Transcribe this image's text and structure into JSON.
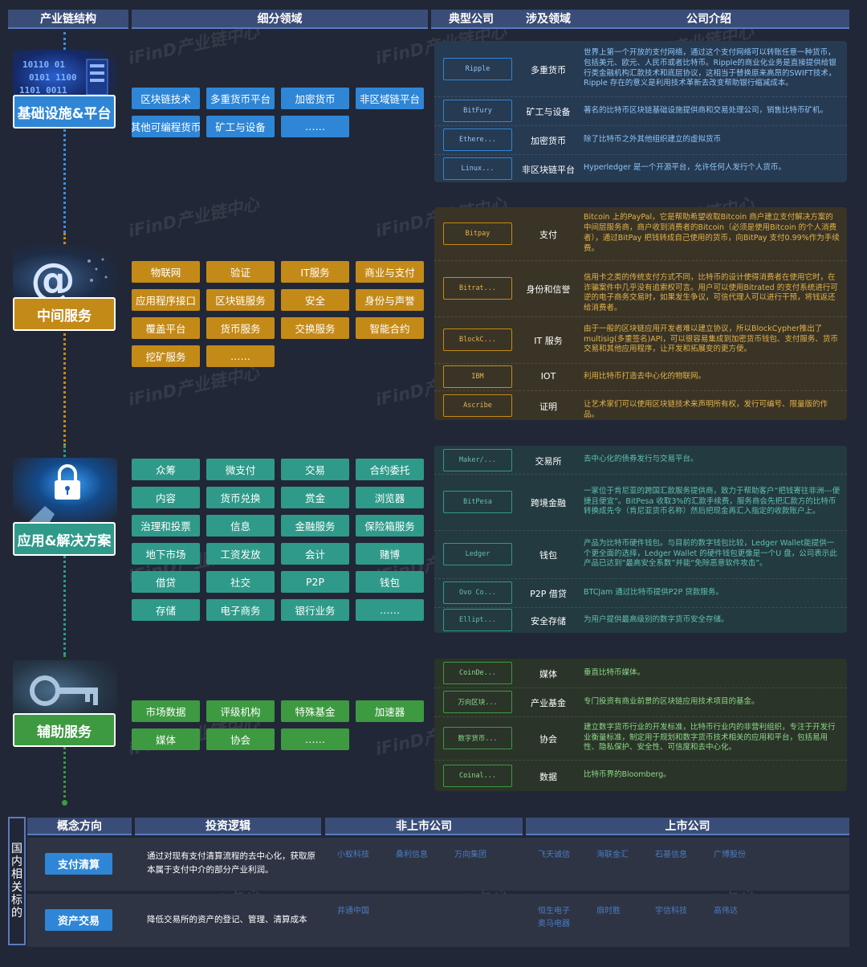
{
  "headers": {
    "structure": "产业链结构",
    "segments": "细分领域",
    "company": "典型公司",
    "field": "涉及领域",
    "intro": "公司介绍"
  },
  "colors": {
    "infra": "#2f86d6",
    "middle": "#c48a18",
    "app": "#2f9a8a",
    "aux": "#3d9a40"
  },
  "watermark": "iFinD产业链中心",
  "sections": [
    {
      "label": "基础设施&平台",
      "image_icon": "server-binary-icon",
      "tags": [
        "区块链技术",
        "多重货币平台",
        "加密货币",
        "非区域链平台",
        "其他可编程货币",
        "矿工与设备",
        "……"
      ],
      "companies": [
        {
          "name": "Ripple",
          "field": "多重货币",
          "desc": "世界上第一个开放的支付网络，通过这个支付网络可以转账任意一种货币，包括美元、欧元、人民币或者比特币。Ripple的商业化业务是直接提供给银行类金融机构汇款技术和底层协议，这相当于替换原来高昂的SWIFT技术，Ripple 存在的意义是利用技术革新去改变帮助银行缩减成本。"
        },
        {
          "name": "BitFury",
          "field": "矿工与设备",
          "desc": "著名的比特币区块链基础设施提供商和交易处理公司，销售比特币矿机。"
        },
        {
          "name": "Ethere...",
          "field": "加密货币",
          "desc": "除了比特币之外其他组织建立的虚拟货币"
        },
        {
          "name": "Linux...",
          "field": "非区块链平台",
          "desc": "Hyperledger 是一个开源平台，允许任何人发行个人货币。"
        }
      ]
    },
    {
      "label": "中间服务",
      "image_icon": "at-sign-icon",
      "tags": [
        "物联网",
        "验证",
        "IT服务",
        "商业与支付",
        "应用程序接口",
        "区块链服务",
        "安全",
        "身份与声誉",
        "覆盖平台",
        "货币服务",
        "交换服务",
        "智能合约",
        "挖矿服务",
        "……"
      ],
      "companies": [
        {
          "name": "Bitpay",
          "field": "支付",
          "desc": "Bitcoin 上的PayPal，它是帮助希望收取Bitcoin 商户建立支付解决方案的中间层服务商，商户收到消费者的Bitcoin（必须是使用Bitcoin 的个人消费者），通过BitPay 把钱转成自己使用的货币，向BitPay 支付0.99%作为手续费。"
        },
        {
          "name": "Bitrat...",
          "field": "身份和信誉",
          "desc": "信用卡之类的传统支付方式不同，比特币的设计使得消费者在使用它时，在诈骗案件中几乎没有追索权可言。用户可以使用Bitrated 的支付系统进行可逆的电子商务交易时，如果发生争议，可信代理人可以进行干预，将钱返还给消费者。"
        },
        {
          "name": "BlockC...",
          "field": "IT 服务",
          "desc": "由于一般的区块链应用开发者难以建立协议，所以BlockCypher推出了multisig(多重签名)API，可以很容易集成到加密货币钱包、支付服务、货币交易和其他应用程序，让开发和拓展变的更方便。"
        },
        {
          "name": "IBM",
          "field": "IOT",
          "desc": "利用比特币打造去中心化的物联网。"
        },
        {
          "name": "Ascribe",
          "field": "证明",
          "desc": "让艺术家们可以使用区块链技术来声明所有权，发行可编号、限量版的作品。"
        }
      ]
    },
    {
      "label": "应用&解决方案",
      "image_icon": "padlock-icon",
      "tags": [
        "众筹",
        "微支付",
        "交易",
        "合约委托",
        "内容",
        "货币兑换",
        "赏金",
        "浏览器",
        "治理和投票",
        "信息",
        "金融服务",
        "保险箱服务",
        "地下市场",
        "工资发放",
        "会计",
        "赌博",
        "借贷",
        "社交",
        "P2P",
        "钱包",
        "存储",
        "电子商务",
        "银行业务",
        "……"
      ],
      "companies": [
        {
          "name": "Maker/...",
          "field": "交易所",
          "desc": "去中心化的债券发行与交易平台。"
        },
        {
          "name": "BitPesa",
          "field": "跨境金融",
          "desc": "一家位于肯尼亚的跨国汇款服务提供商，致力于帮助客户“把钱寄往非洲---便捷且便宜”。BitPesa 收取3%的汇款手续费，服务商会先把汇款方的比特币转换成先令（肯尼亚货币名称）然后把现金再汇入指定的收款账户上。"
        },
        {
          "name": "Ledger",
          "field": "钱包",
          "desc": "产品为比特币硬件钱包。与目前的数字钱包比较，Ledger Wallet能提供一个更全面的选择，Ledger Wallet 的硬件钱包更像是一个U 盘，公司表示此产品已达到“最高安全系数”并能“免除恶意软件攻击”。"
        },
        {
          "name": "Ovo Co...",
          "field": "P2P 借贷",
          "desc": "BTCJam 通过比特币提供P2P 贷款服务。"
        },
        {
          "name": "Ellipt...",
          "field": "安全存储",
          "desc": "为用户提供最高级别的数字货币安全存储。"
        }
      ]
    },
    {
      "label": "辅助服务",
      "image_icon": "key-icon",
      "tags": [
        "市场数据",
        "评级机构",
        "特殊基金",
        "加速器",
        "媒体",
        "协会",
        "……"
      ],
      "companies": [
        {
          "name": "CoinDe...",
          "field": "媒体",
          "desc": "垂直比特币媒体。"
        },
        {
          "name": "万向区块...",
          "field": "产业基金",
          "desc": "专门投资有商业前景的区块链应用技术项目的基金。"
        },
        {
          "name": "数字货币...",
          "field": "协会",
          "desc": "建立数字货币行业的开发标准，比特币行业内的非营利组织，专注于开发行业衡量标准，制定用于规划和数字货币技术相关的应用和平台，包括易用性、隐私保护、安全性、可信度和去中心化。"
        },
        {
          "name": "Coinal...",
          "field": "数据",
          "desc": "比特币界的Bloomberg。"
        }
      ]
    }
  ],
  "bottom": {
    "side_title": [
      "国",
      "内",
      "相",
      "关",
      "标",
      "的"
    ],
    "headers": [
      "概念方向",
      "投资逻辑",
      "非上市公司",
      "上市公司"
    ],
    "rows": [
      {
        "concept": "支付清算",
        "logic": "通过对现有支付清算流程的去中心化，获取原本属于支付中介的部分产业利润。",
        "unlisted": [
          "小蚁科技",
          "桑利信息",
          "万向集团"
        ],
        "listed": [
          "飞天诚信",
          "海联金汇",
          "石基信息",
          "广博股份"
        ]
      },
      {
        "concept": "资产交易",
        "logic": "降低交易所的资产的登记、管理、清算成本",
        "unlisted": [
          "井通中国"
        ],
        "listed": [
          "恒生电子",
          "奥马电器",
          "扇时胜",
          "宇信科技",
          "高伟达"
        ]
      }
    ]
  }
}
